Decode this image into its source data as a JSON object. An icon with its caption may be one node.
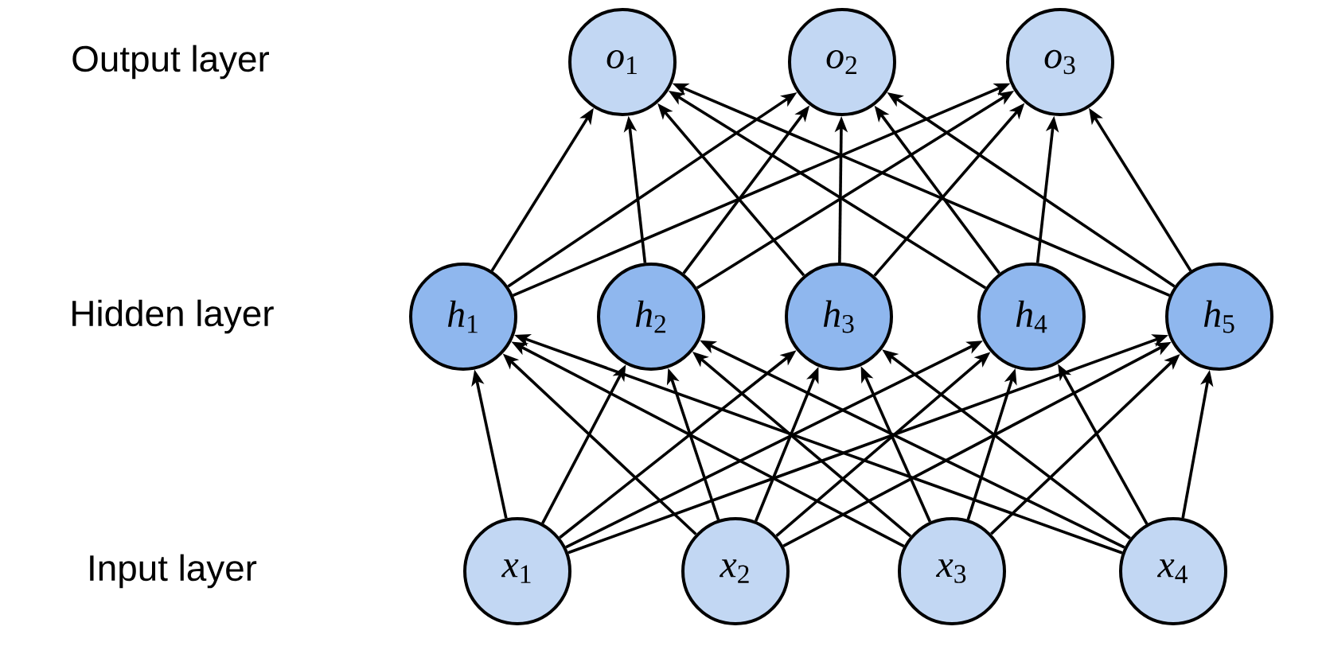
{
  "diagram": {
    "nodes": [
      {
        "text": [
          "*o*$_{1}$"
        ]
      },
      {
        "text": [
          "*o*$_{2}$"
        ]
      },
      {
        "text": [
          "*o*$_{3}$"
        ]
      },
      {
        "text": [
          "*h*$_{1}$"
        ]
      },
      {
        "text": [
          "*h*$_{2}$"
        ]
      },
      {
        "text": [
          "*h*$_{3}$"
        ]
      },
      {
        "text": [
          "*h*$_{4}$"
        ]
      },
      {
        "text": [
          "*h*$_{5}$"
        ]
      },
      {
        "text": [
          "*x*$_{1}$"
        ]
      },
      {
        "text": [
          "*x*$_{2}$"
        ]
      },
      {
        "text": [
          "*x*$_{3}$"
        ]
      },
      {
        "text": [
          "*x*$_{4}$"
        ]
      }
    ],
    "edges": [
      {
        "from": 8,
        "to": 3,
        "arrow": "to"
      },
      {
        "from": 8,
        "to": 4,
        "arrow": "to"
      },
      {
        "from": 8,
        "to": 5,
        "arrow": "to"
      },
      {
        "from": 8,
        "to": 6,
        "arrow": "to"
      },
      {
        "from": 8,
        "to": 7,
        "arrow": "to"
      },
      {
        "from": 9,
        "to": 3,
        "arrow": "to"
      },
      {
        "from": 9,
        "to": 4,
        "arrow": "to"
      },
      {
        "from": 9,
        "to": 5,
        "arrow": "to"
      },
      {
        "from": 9,
        "to": 6,
        "arrow": "to"
      },
      {
        "from": 9,
        "to": 7,
        "arrow": "to"
      },
      {
        "from": 10,
        "to": 3,
        "arrow": "to"
      },
      {
        "from": 10,
        "to": 4,
        "arrow": "to"
      },
      {
        "from": 10,
        "to": 5,
        "arrow": "to"
      },
      {
        "from": 10,
        "to": 6,
        "arrow": "to"
      },
      {
        "from": 10,
        "to": 7,
        "arrow": "to"
      },
      {
        "from": 11,
        "to": 3,
        "arrow": "to"
      },
      {
        "from": 11,
        "to": 4,
        "arrow": "to"
      },
      {
        "from": 11,
        "to": 5,
        "arrow": "to"
      },
      {
        "from": 11,
        "to": 6,
        "arrow": "to"
      },
      {
        "from": 11,
        "to": 7,
        "arrow": "to"
      },
      {
        "from": 3,
        "to": 0,
        "arrow": "to"
      },
      {
        "from": 3,
        "to": 1,
        "arrow": "to"
      },
      {
        "from": 3,
        "to": 2,
        "arrow": "to"
      },
      {
        "from": 4,
        "to": 0,
        "arrow": "to"
      },
      {
        "from": 4,
        "to": 1,
        "arrow": "to"
      },
      {
        "from": 4,
        "to": 2,
        "arrow": "to"
      },
      {
        "from": 5,
        "to": 0,
        "arrow": "to"
      },
      {
        "from": 5,
        "to": 1,
        "arrow": "to"
      },
      {
        "from": 5,
        "to": 2,
        "arrow": "to"
      },
      {
        "from": 6,
        "to": 0,
        "arrow": "to"
      },
      {
        "from": 6,
        "to": 1,
        "arrow": "to"
      },
      {
        "from": 6,
        "to": 2,
        "arrow": "to"
      },
      {
        "from": 7,
        "to": 0,
        "arrow": "to"
      },
      {
        "from": 7,
        "to": 1,
        "arrow": "to"
      },
      {
        "from": 7,
        "to": 2,
        "arrow": "to"
      }
    ],
    "labels": [
      "Output layer",
      "Hidden layer",
      "Input layer"
    ]
  }
}
